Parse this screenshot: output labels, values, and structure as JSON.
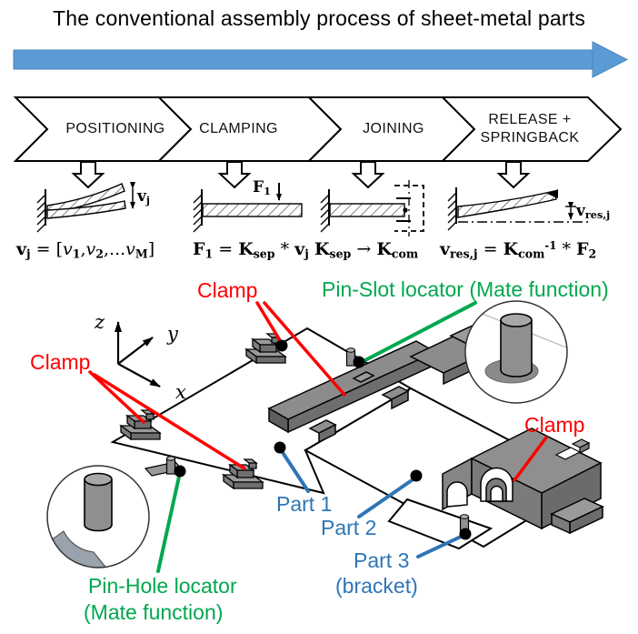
{
  "figure": {
    "title": "The conventional assembly process of sheet-metal parts"
  },
  "flow": {
    "arrow_color": "#5B9BD5",
    "steps": [
      {
        "label": "POSITIONING"
      },
      {
        "label": "CLAMPING"
      },
      {
        "label": "JOINING"
      },
      {
        "label": "RELEASE + SPRINGBACK"
      }
    ]
  },
  "formulas": [
    {
      "tokens": [
        [
          "b",
          "v"
        ],
        [
          "sub",
          "j"
        ],
        [
          "n",
          " = ["
        ],
        [
          "i",
          "v"
        ],
        [
          "sub",
          "1"
        ],
        [
          "n",
          ","
        ],
        [
          "i",
          "v"
        ],
        [
          "sub",
          "2"
        ],
        [
          "n",
          ",..."
        ],
        [
          "i",
          "v"
        ],
        [
          "sub",
          "M"
        ],
        [
          "n",
          "]"
        ]
      ]
    },
    {
      "tokens": [
        [
          "b",
          "F"
        ],
        [
          "sub",
          "1"
        ],
        [
          "n",
          " = "
        ],
        [
          "b",
          "K"
        ],
        [
          "sub",
          "sep"
        ],
        [
          "n",
          " * "
        ],
        [
          "b",
          "v"
        ],
        [
          "sub",
          "j"
        ]
      ]
    },
    {
      "tokens": [
        [
          "b",
          "K"
        ],
        [
          "sub",
          "sep"
        ],
        [
          "n",
          "  →  "
        ],
        [
          "b",
          "K"
        ],
        [
          "sub",
          "com"
        ]
      ]
    },
    {
      "tokens": [
        [
          "b",
          "v"
        ],
        [
          "sub",
          "res,j"
        ],
        [
          "n",
          " = "
        ],
        [
          "b",
          "K"
        ],
        [
          "sub",
          "com"
        ],
        [
          "sup",
          "-1"
        ],
        [
          "n",
          " * "
        ],
        [
          "b",
          "F"
        ],
        [
          "sub",
          "2"
        ]
      ]
    }
  ],
  "sketches": {
    "deviation": {
      "tokens": [
        [
          "b",
          "v"
        ],
        [
          "sub",
          "j"
        ]
      ]
    },
    "force": {
      "tokens": [
        [
          "b",
          "F"
        ],
        [
          "sub",
          "1"
        ]
      ]
    },
    "springback": {
      "tokens": [
        [
          "b",
          "v"
        ],
        [
          "sub",
          "res,j"
        ]
      ]
    }
  },
  "scene": {
    "axes": {
      "z": "z",
      "y": "y",
      "x": "x"
    },
    "labels": {
      "clamp_top": "Clamp",
      "clamp_left": "Clamp",
      "clamp_right": "Clamp",
      "pin_slot": "Pin-Slot locator (Mate function)",
      "pin_hole_line1": "Pin-Hole locator",
      "pin_hole_line2": "(Mate function)",
      "part1": "Part 1",
      "part2": "Part 2",
      "part3": "Part 3",
      "part3_sub": "(bracket)"
    },
    "colors": {
      "clamp_label": "#FF0000",
      "locator_label": "#00A84E",
      "part_label": "#2E75B6",
      "fixture_gray": "#8a8a8a",
      "flow_arrow": "#5B9BD5"
    }
  }
}
